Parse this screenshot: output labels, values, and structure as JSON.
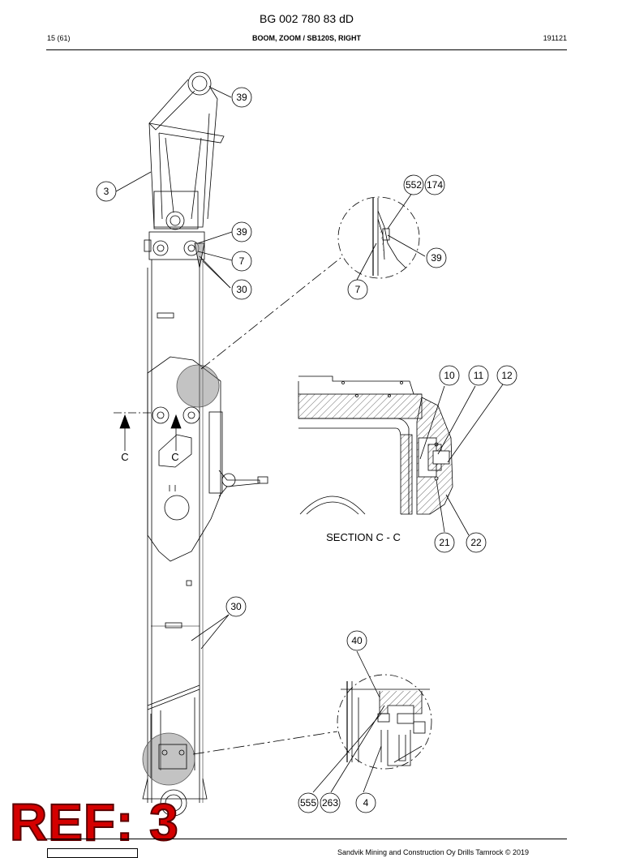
{
  "header": {
    "doc_number": "BG 002 780 83 dD",
    "page": "15 (61)",
    "title": "BOOM, ZOOM / SB120S, RIGHT",
    "date": "191121"
  },
  "callouts": {
    "c39a": "39",
    "c3": "3",
    "c552": "552",
    "c174": "174",
    "c39b": "39",
    "c7a": "7",
    "c39c": "39",
    "c30a": "30",
    "c7b": "7",
    "c10": "10",
    "c11": "11",
    "c12": "12",
    "c21": "21",
    "c22": "22",
    "c30b": "30",
    "c40": "40",
    "c555": "555",
    "c263": "263",
    "c4": "4"
  },
  "section": {
    "marker_left": "C",
    "marker_right": "C",
    "label": "SECTION C - C"
  },
  "stamp": "REF: 3",
  "footer": {
    "copyright": "Sandvik Mining and Construction Oy Drills Tamrock © 2019"
  }
}
